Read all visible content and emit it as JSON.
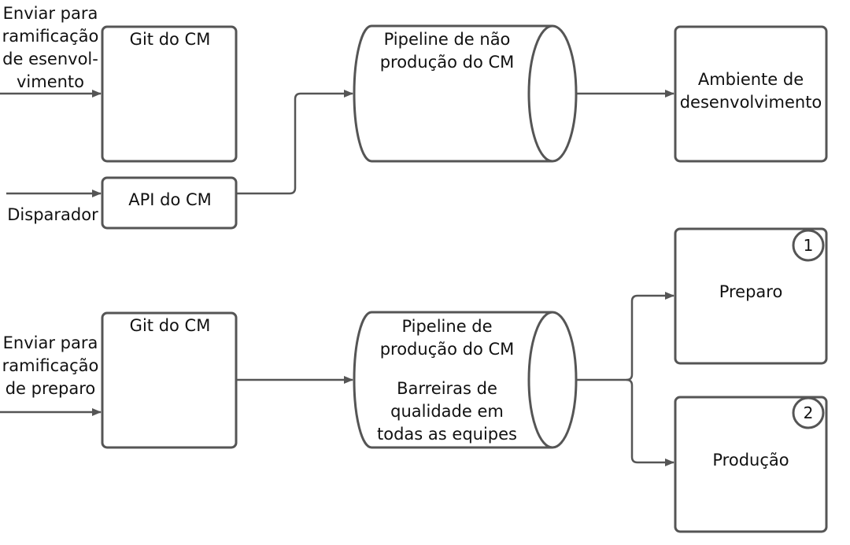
{
  "top": {
    "input_label": "Enviar para\nramificação\nde esenvol-\nvimento",
    "trigger_label": "Disparador",
    "git_box": "Git do CM",
    "api_box": "API do CM",
    "pipeline": "Pipeline de não\nprodução do CM",
    "environment": "Ambiente de\ndesenvolvimento"
  },
  "bottom": {
    "input_label": "Enviar para\nramificação\nde preparo",
    "git_box": "Git do CM",
    "pipeline_title": "Pipeline de\nprodução do CM",
    "pipeline_detail": "Barreiras de\nqualidade em\ntodas as equipes",
    "staging": "Preparo",
    "staging_badge": "1",
    "production": "Produção",
    "production_badge": "2"
  },
  "colors": {
    "stroke": "#555555",
    "text": "#111111",
    "fill": "#ffffff"
  }
}
